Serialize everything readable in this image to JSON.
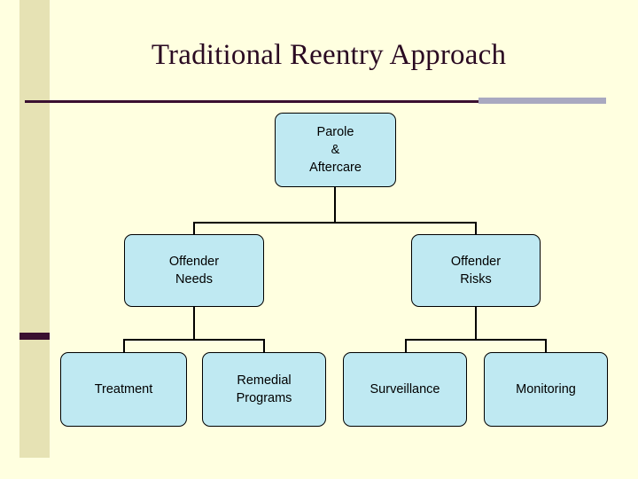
{
  "slide": {
    "title": "Traditional Reentry Approach",
    "background_color": "#FFFFE0",
    "title_color": "#2A0A22",
    "accent_color": "#A9A9C0",
    "band_color": "#E6E2B4",
    "node_fill": "#BFE9F2",
    "node_border": "#000000"
  },
  "diagram": {
    "type": "org-chart",
    "nodes": {
      "root": "Parole\n&\nAftercare",
      "root_line1": "Parole",
      "root_line2": "&",
      "root_line3": "Aftercare",
      "level2_left_line1": "Offender",
      "level2_left_line2": "Needs",
      "level2_right_line1": "Offender",
      "level2_right_line2": "Risks",
      "leaf1": "Treatment",
      "leaf2_line1": "Remedial",
      "leaf2_line2": "Programs",
      "leaf3": "Surveillance",
      "leaf4": "Monitoring"
    }
  }
}
